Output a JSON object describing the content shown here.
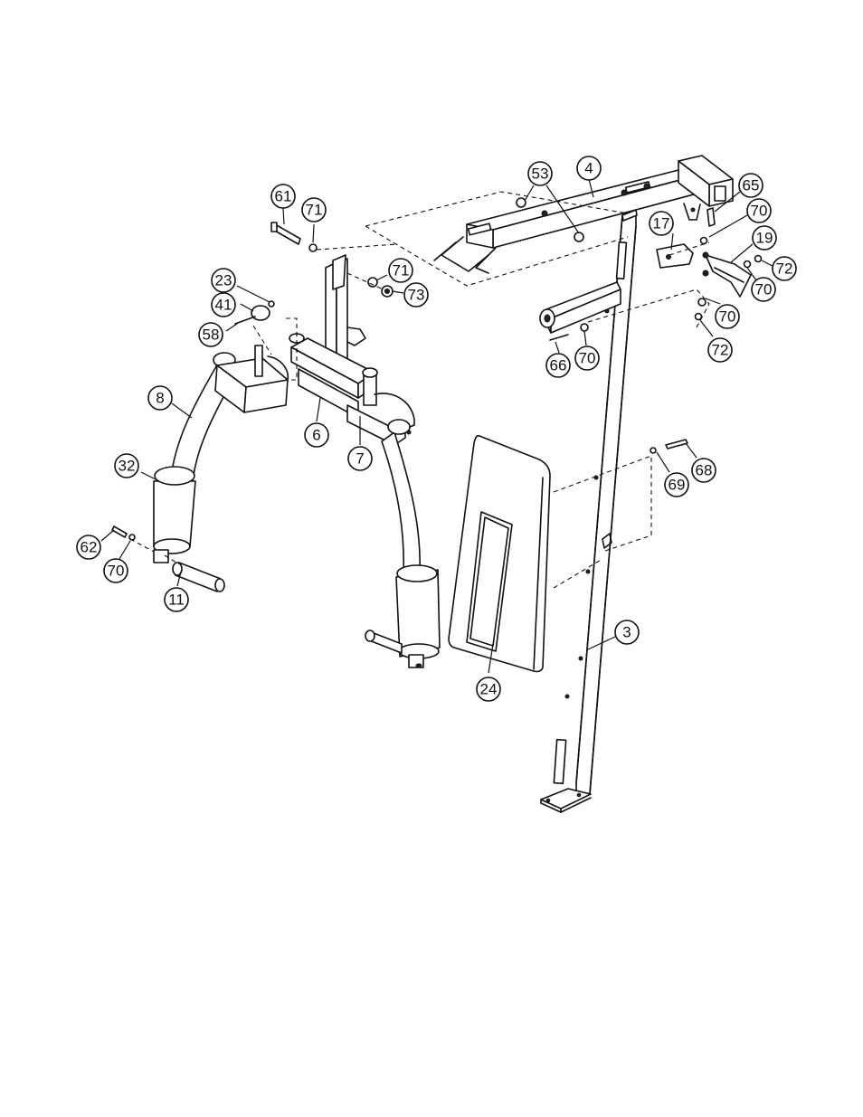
{
  "callouts": [
    {
      "id": "c4",
      "label": "4"
    },
    {
      "id": "c53",
      "label": "53"
    },
    {
      "id": "c65",
      "label": "65"
    },
    {
      "id": "c70a",
      "label": "70"
    },
    {
      "id": "c17",
      "label": "17"
    },
    {
      "id": "c19",
      "label": "19"
    },
    {
      "id": "c72a",
      "label": "72"
    },
    {
      "id": "c70b",
      "label": "70"
    },
    {
      "id": "c70c",
      "label": "70"
    },
    {
      "id": "c72b",
      "label": "72"
    },
    {
      "id": "c61",
      "label": "61"
    },
    {
      "id": "c71a",
      "label": "71"
    },
    {
      "id": "c71b",
      "label": "71"
    },
    {
      "id": "c73",
      "label": "73"
    },
    {
      "id": "c23",
      "label": "23"
    },
    {
      "id": "c41",
      "label": "41"
    },
    {
      "id": "c58",
      "label": "58"
    },
    {
      "id": "c66",
      "label": "66"
    },
    {
      "id": "c70d",
      "label": "70"
    },
    {
      "id": "c8",
      "label": "8"
    },
    {
      "id": "c6",
      "label": "6"
    },
    {
      "id": "c7",
      "label": "7"
    },
    {
      "id": "c32",
      "label": "32"
    },
    {
      "id": "c62",
      "label": "62"
    },
    {
      "id": "c70e",
      "label": "70"
    },
    {
      "id": "c11",
      "label": "11"
    },
    {
      "id": "c69",
      "label": "69"
    },
    {
      "id": "c68",
      "label": "68"
    },
    {
      "id": "c3",
      "label": "3"
    },
    {
      "id": "c24",
      "label": "24"
    }
  ]
}
